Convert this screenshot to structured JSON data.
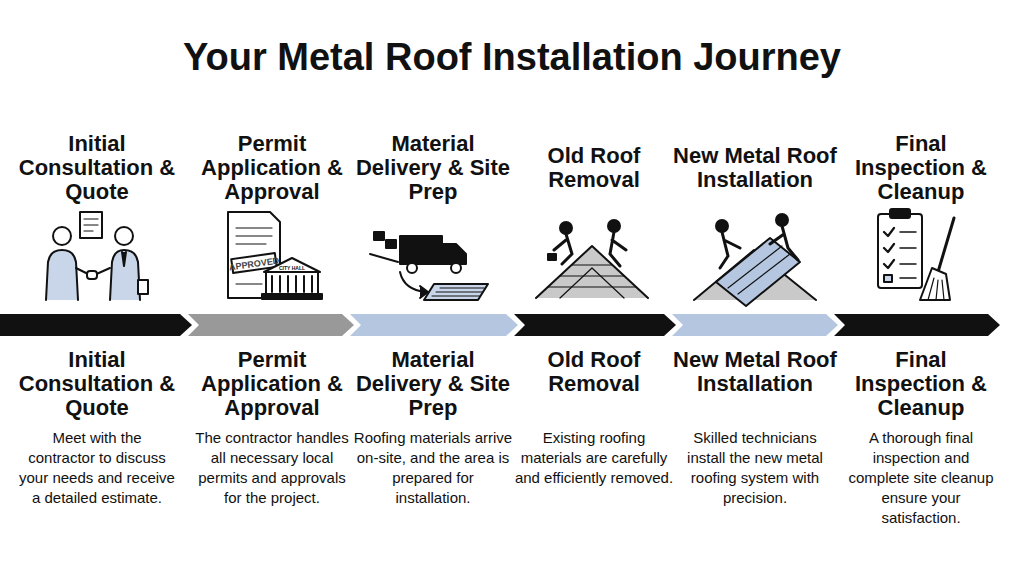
{
  "diagram": {
    "title": "Your Metal Roof Installation Journey",
    "nodes": [
      {
        "text": [
          "Initial Consultation & Quote",
          "Initial Consultation & Quote",
          "Meet with the contractor to discuss your needs and receive a detailed estimate."
        ]
      },
      {
        "text": [
          "Permit Application & Approval",
          "Permit Application & Approval",
          "The contractor handles all necessary local permits and approvals for the project."
        ]
      },
      {
        "text": [
          "Material Delivery & Site Prep",
          "Material Delivery & Site Prep",
          "Roofing materials arrive on-site, and the area is prepared for installation."
        ]
      },
      {
        "text": [
          "Old Roof Removal",
          "Old Roof Removal",
          "Existing roofing materials are carefully and efficiently removed."
        ]
      },
      {
        "text": [
          "New Metal Roof Installation",
          "New Metal Roof Installation",
          "Skilled technicians install the new metal roofing system with precision."
        ]
      },
      {
        "text": [
          "Final Inspection & Cleanup",
          "Final Inspection & Cleanup",
          "A thorough final inspection and complete site cleanup ensure your satisfaction."
        ]
      }
    ],
    "labels": [
      "APPROVED",
      "CITY HALL"
    ]
  }
}
